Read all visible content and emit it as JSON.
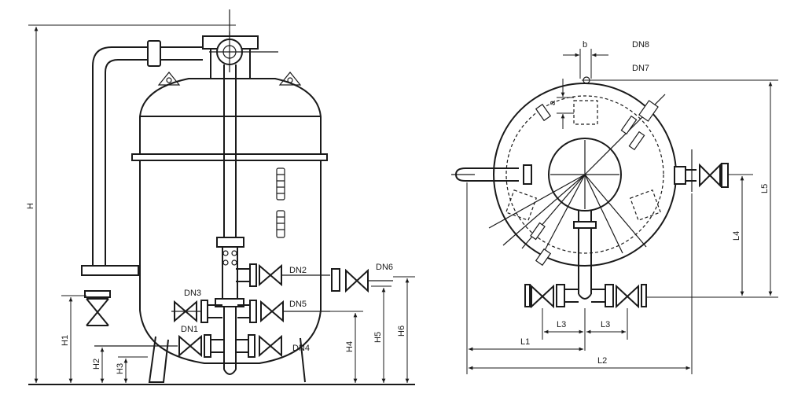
{
  "elevation": {
    "dims": {
      "H": "H",
      "H1": "H1",
      "H2": "H2",
      "H3": "H3",
      "H4": "H4",
      "H5": "H5",
      "H6": "H6"
    },
    "nozzles": {
      "DN1": "DN1",
      "DN2": "DN2",
      "DN3": "DN3",
      "DN4": "DN4",
      "DN5": "DN5",
      "DN6": "DN6"
    }
  },
  "plan": {
    "dims": {
      "b": "b",
      "a": "a",
      "L1": "L1",
      "L2": "L2",
      "L3a": "L3",
      "L3b": "L3",
      "L4": "L4",
      "L5": "L5"
    },
    "nozzles": {
      "DN8": "DN8",
      "DN7": "DN7"
    }
  }
}
